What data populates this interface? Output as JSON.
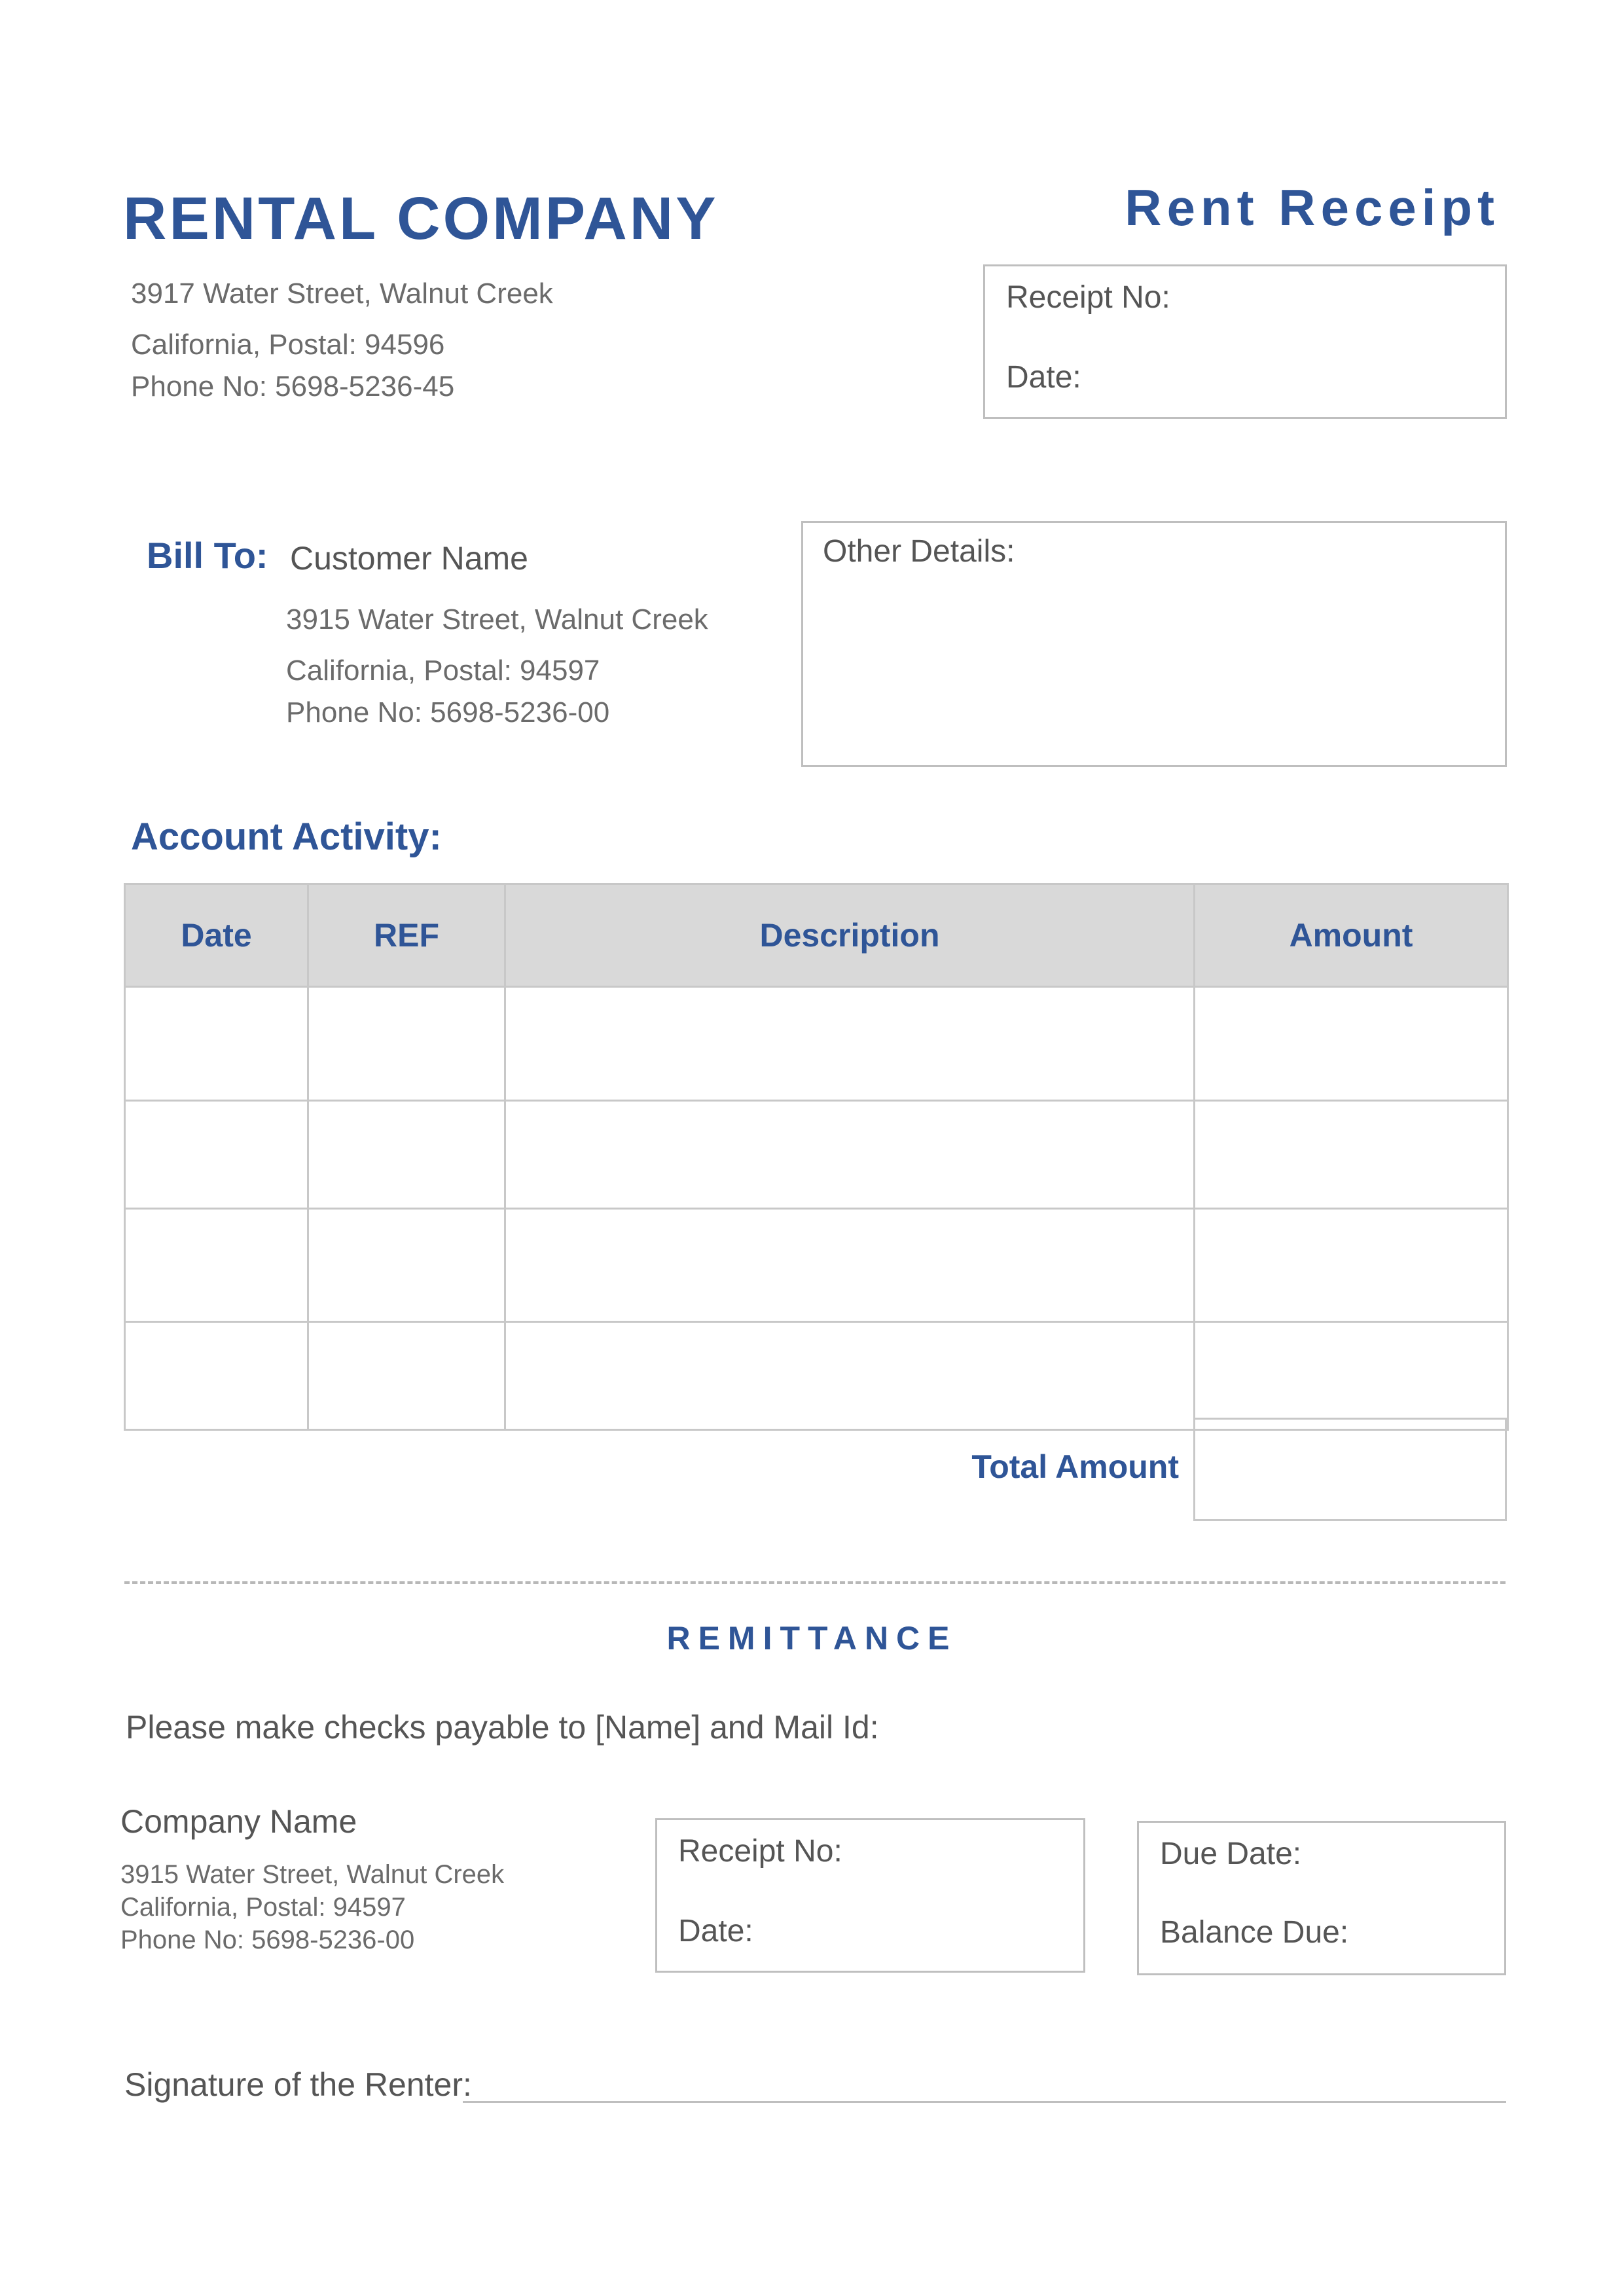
{
  "header": {
    "company_title": "RENTAL COMPANY",
    "receipt_title": "Rent Receipt",
    "address_line1": "3917 Water Street, Walnut Creek",
    "address_line2": "California, Postal: 94596",
    "phone": "Phone No: 5698-5236-45",
    "receipt_box": {
      "receipt_no_label": "Receipt No:",
      "date_label": "Date:"
    }
  },
  "bill_to": {
    "label": "Bill To:",
    "customer_name": "Customer Name",
    "address_line1": "3915 Water Street, Walnut Creek",
    "address_line2": "California, Postal: 94597",
    "phone": "Phone No: 5698-5236-00"
  },
  "other_details": {
    "label": "Other Details:"
  },
  "account_activity": {
    "title": "Account Activity:",
    "columns": [
      "Date",
      "REF",
      "Description",
      "Amount"
    ],
    "rows": [
      [
        "",
        "",
        "",
        ""
      ],
      [
        "",
        "",
        "",
        ""
      ],
      [
        "",
        "",
        "",
        ""
      ],
      [
        "",
        "",
        "",
        ""
      ]
    ],
    "total_label": "Total Amount"
  },
  "remittance": {
    "title": "REMITTANCE",
    "checks_note": "Please make checks payable to [Name] and Mail Id:",
    "company_name": "Company Name",
    "address_line1": "3915 Water Street, Walnut Creek",
    "address_line2": "California, Postal: 94597",
    "phone": "Phone No: 5698-5236-00",
    "receipt_box": {
      "receipt_no_label": "Receipt No:",
      "date_label": "Date:"
    },
    "due_box": {
      "due_date_label": "Due Date:",
      "balance_due_label": "Balance Due:"
    }
  },
  "signature": {
    "label": "Signature of the Renter:"
  },
  "colors": {
    "accent": "#2f5597",
    "border": "#bfbfbf",
    "table_header_bg": "#d9d9d9",
    "text": "#555555"
  }
}
